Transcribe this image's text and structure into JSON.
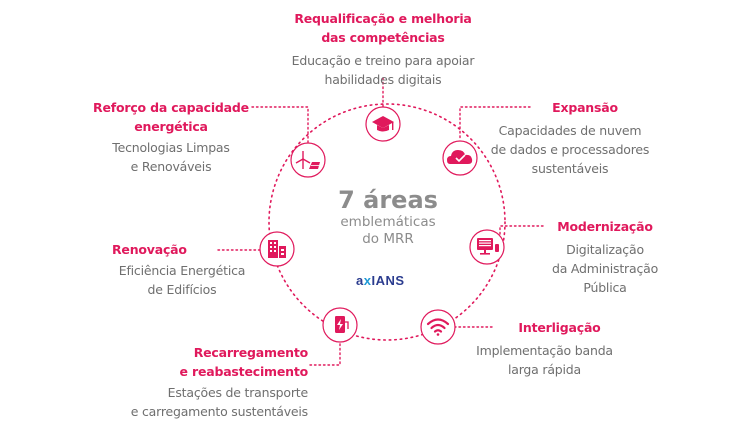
{
  "center": {
    "title": "7 áreas",
    "sub1": "emblemáticas",
    "sub2": "do MRR",
    "logo_pre": "a",
    "logo_x": "x",
    "logo_post": "IANS"
  },
  "areas": [
    {
      "title1": "Requalificação e melhoria",
      "title2": "das competências",
      "desc1": "Educação e treino para apoiar",
      "desc2": "habilidades digitais",
      "icon": "graduation-cap-icon"
    },
    {
      "title1": "Expansão",
      "title2": "",
      "desc1": "Capacidades de nuvem",
      "desc2": "de dados e processadores",
      "desc3": "sustentáveis",
      "icon": "cloud-check-icon"
    },
    {
      "title1": "Modernização",
      "title2": "",
      "desc1": "Digitalização",
      "desc2": "da Administração",
      "desc3": "Pública",
      "icon": "computer-icon"
    },
    {
      "title1": "Interligação",
      "title2": "",
      "desc1": "Implementação banda",
      "desc2": "larga rápida",
      "icon": "wifi-icon"
    },
    {
      "title1": "Recarregamento",
      "title2": "e reabastecimento",
      "desc1": "Estações de transporte",
      "desc2": "e carregamento sustentáveis",
      "icon": "charging-station-icon"
    },
    {
      "title1": "Renovação",
      "title2": "",
      "desc1": "Eficiência Energética",
      "desc2": "de Edifícios",
      "icon": "building-icon"
    },
    {
      "title1": "Reforço da capacidade",
      "title2": "energética",
      "desc1": "Tecnologias Limpas",
      "desc2": "e Renováveis",
      "icon": "wind-solar-icon"
    }
  ],
  "colors": {
    "accent": "#e0195c",
    "text": "#6f6f6f",
    "ring": "#e0195c",
    "logo": "#2b3c8f"
  }
}
